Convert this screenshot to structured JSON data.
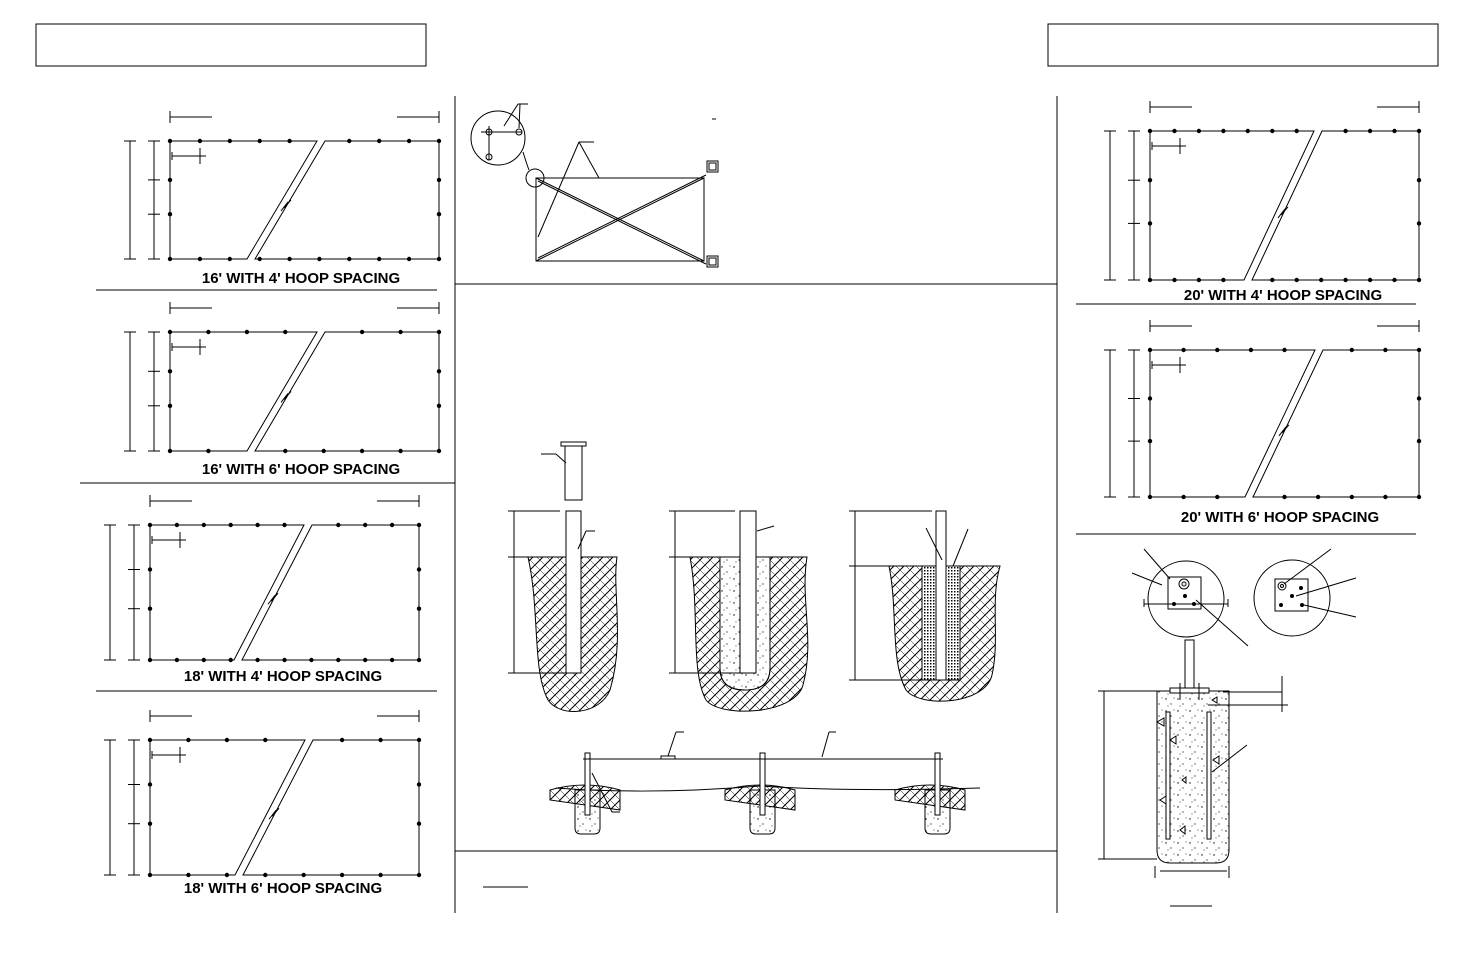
{
  "title_blocks": {
    "left": "",
    "right": ""
  },
  "plans": [
    {
      "id": "16-4",
      "caption": "16' WITH 4' HOOP SPACING"
    },
    {
      "id": "16-6",
      "caption": "16' WITH 6' HOOP SPACING"
    },
    {
      "id": "18-4",
      "caption": "18' WITH 4' HOOP SPACING"
    },
    {
      "id": "18-6",
      "caption": "18' WITH 6' HOOP SPACING"
    },
    {
      "id": "20-4",
      "caption": "20' WITH 4' HOOP SPACING"
    },
    {
      "id": "20-6",
      "caption": "20' WITH 6' HOOP SPACING"
    }
  ],
  "colors": {
    "line": "#000000",
    "background": "#ffffff"
  }
}
